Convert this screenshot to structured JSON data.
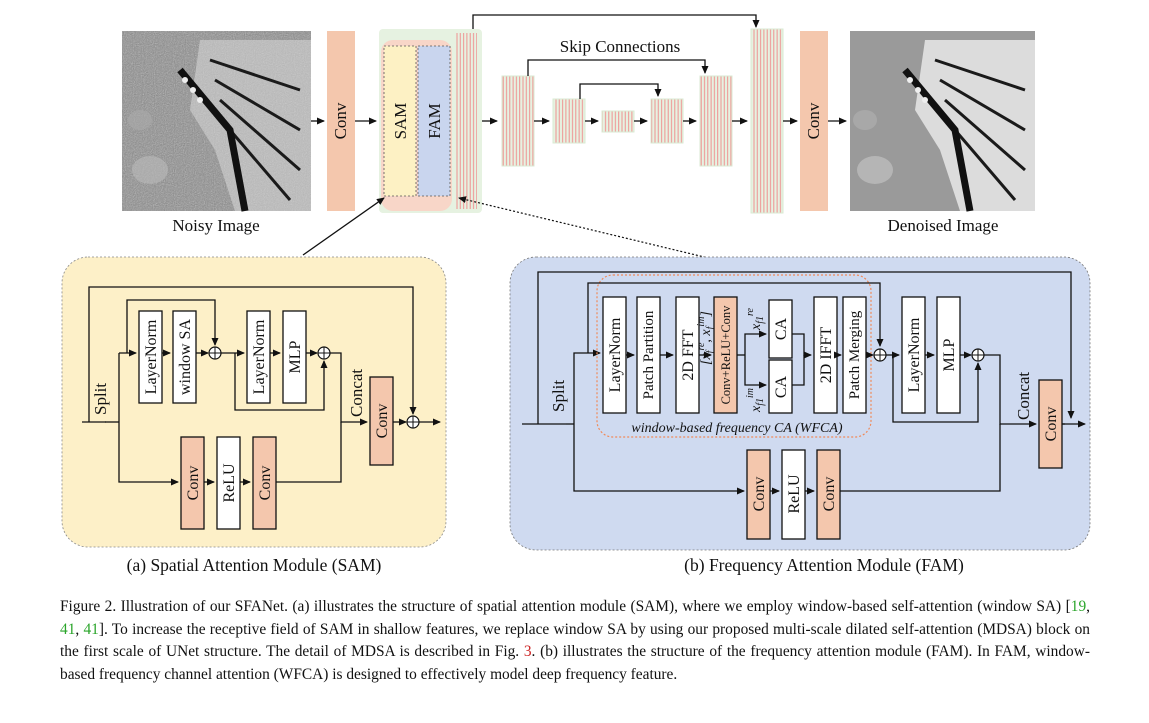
{
  "top": {
    "noisy_label": "Noisy Image",
    "denoised_label": "Denoised Image",
    "conv_in": "Conv",
    "conv_out": "Conv",
    "sam": "SAM",
    "fam": "FAM",
    "skip_connections": "Skip Connections"
  },
  "sam_panel": {
    "split": "Split",
    "layernorm1": "LayerNorm",
    "window_sa": "window SA",
    "layernorm2": "LayerNorm",
    "mlp": "MLP",
    "concat": "Concat",
    "conv_right": "Conv",
    "conv_a": "Conv",
    "relu": "ReLU",
    "conv_b": "Conv",
    "caption": "(a) Spatial Attention Module (SAM)"
  },
  "fam_panel": {
    "split": "Split",
    "layernorm1": "LayerNorm",
    "patch_partition": "Patch Partition",
    "fft": "2D FFT",
    "fft_out": "[x",
    "conv_relu_conv": "Conv+ReLU+Conv",
    "ca_top": "CA",
    "ca_bottom": "CA",
    "ifft": "2D IFFT",
    "patch_merging": "Patch Merging",
    "layernorm2": "LayerNorm",
    "mlp": "MLP",
    "concat": "Concat",
    "conv_right": "Conv",
    "conv_a": "Conv",
    "relu": "ReLU",
    "conv_b": "Conv",
    "wfca": "window-based frequency CA (WFCA)",
    "caption": "(b) Frequency Attention Module (FAM)"
  },
  "caption": {
    "p1": "Figure 2.  Illustration of our SFANet.  (a) illustrates the structure of spatial attention module (SAM), where we employ window-based self-attention (window SA) [",
    "r1": "19",
    "c1": ", ",
    "r2": "41",
    "c2": ", ",
    "r3": "41",
    "p2": "]. To increase the receptive field of SAM in shallow features, we replace window SA by using our proposed multi-scale dilated self-attention (MDSA) block on the first scale of UNet structure. The detail of MDSA is described in Fig. ",
    "fig": "3",
    "p3": ". (b) illustrates the structure of the frequency attention module (FAM). In FAM, window-based frequency channel attention (WFCA) is designed to effectively model deep frequency feature."
  },
  "colors": {
    "conv_fill": "#f4c7ad",
    "sam_fill": "#fdf1c4",
    "fam_fill": "#c9d5ee",
    "panel_a": "#fdf0c8",
    "panel_b": "#cfdaf0",
    "stage_fill": "#e6f2e1",
    "stage_line": "#ef8f8f",
    "wfca_dash": "#f08a5a"
  }
}
